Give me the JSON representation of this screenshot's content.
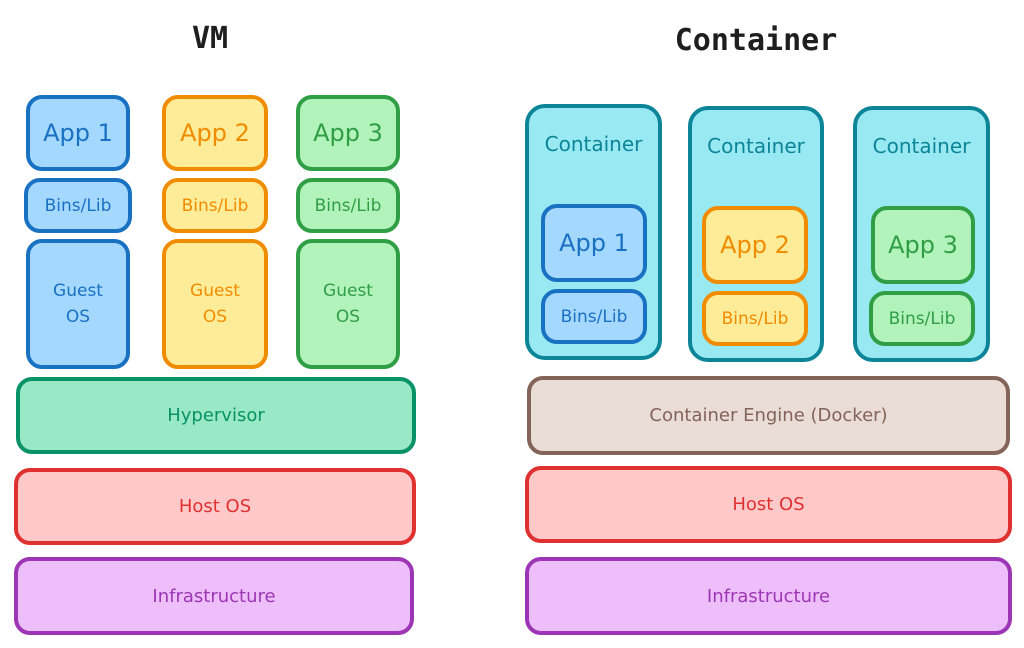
{
  "vm": {
    "title": "VM",
    "apps": [
      {
        "app": "App 1",
        "bins": "Bins/Lib",
        "os": "Guest\nOS",
        "color": "#1971c2"
      },
      {
        "app": "App 2",
        "bins": "Bins/Lib",
        "os": "Guest\nOS",
        "color": "#f08c00"
      },
      {
        "app": "App 3",
        "bins": "Bins/Lib",
        "os": "Guest\nOS",
        "color": "#2f9e44"
      }
    ],
    "hypervisor": "Hypervisor",
    "host_os": "Host OS",
    "infrastructure": "Infrastructure"
  },
  "container": {
    "title": "Container",
    "containers": [
      {
        "label": "Container",
        "app": "App 1",
        "bins": "Bins/Lib"
      },
      {
        "label": "Container",
        "app": "App 2",
        "bins": "Bins/Lib"
      },
      {
        "label": "Container",
        "app": "App 3",
        "bins": "Bins/Lib"
      }
    ],
    "engine": "Container Engine (Docker)",
    "host_os": "Host OS",
    "infrastructure": "Infrastructure"
  }
}
